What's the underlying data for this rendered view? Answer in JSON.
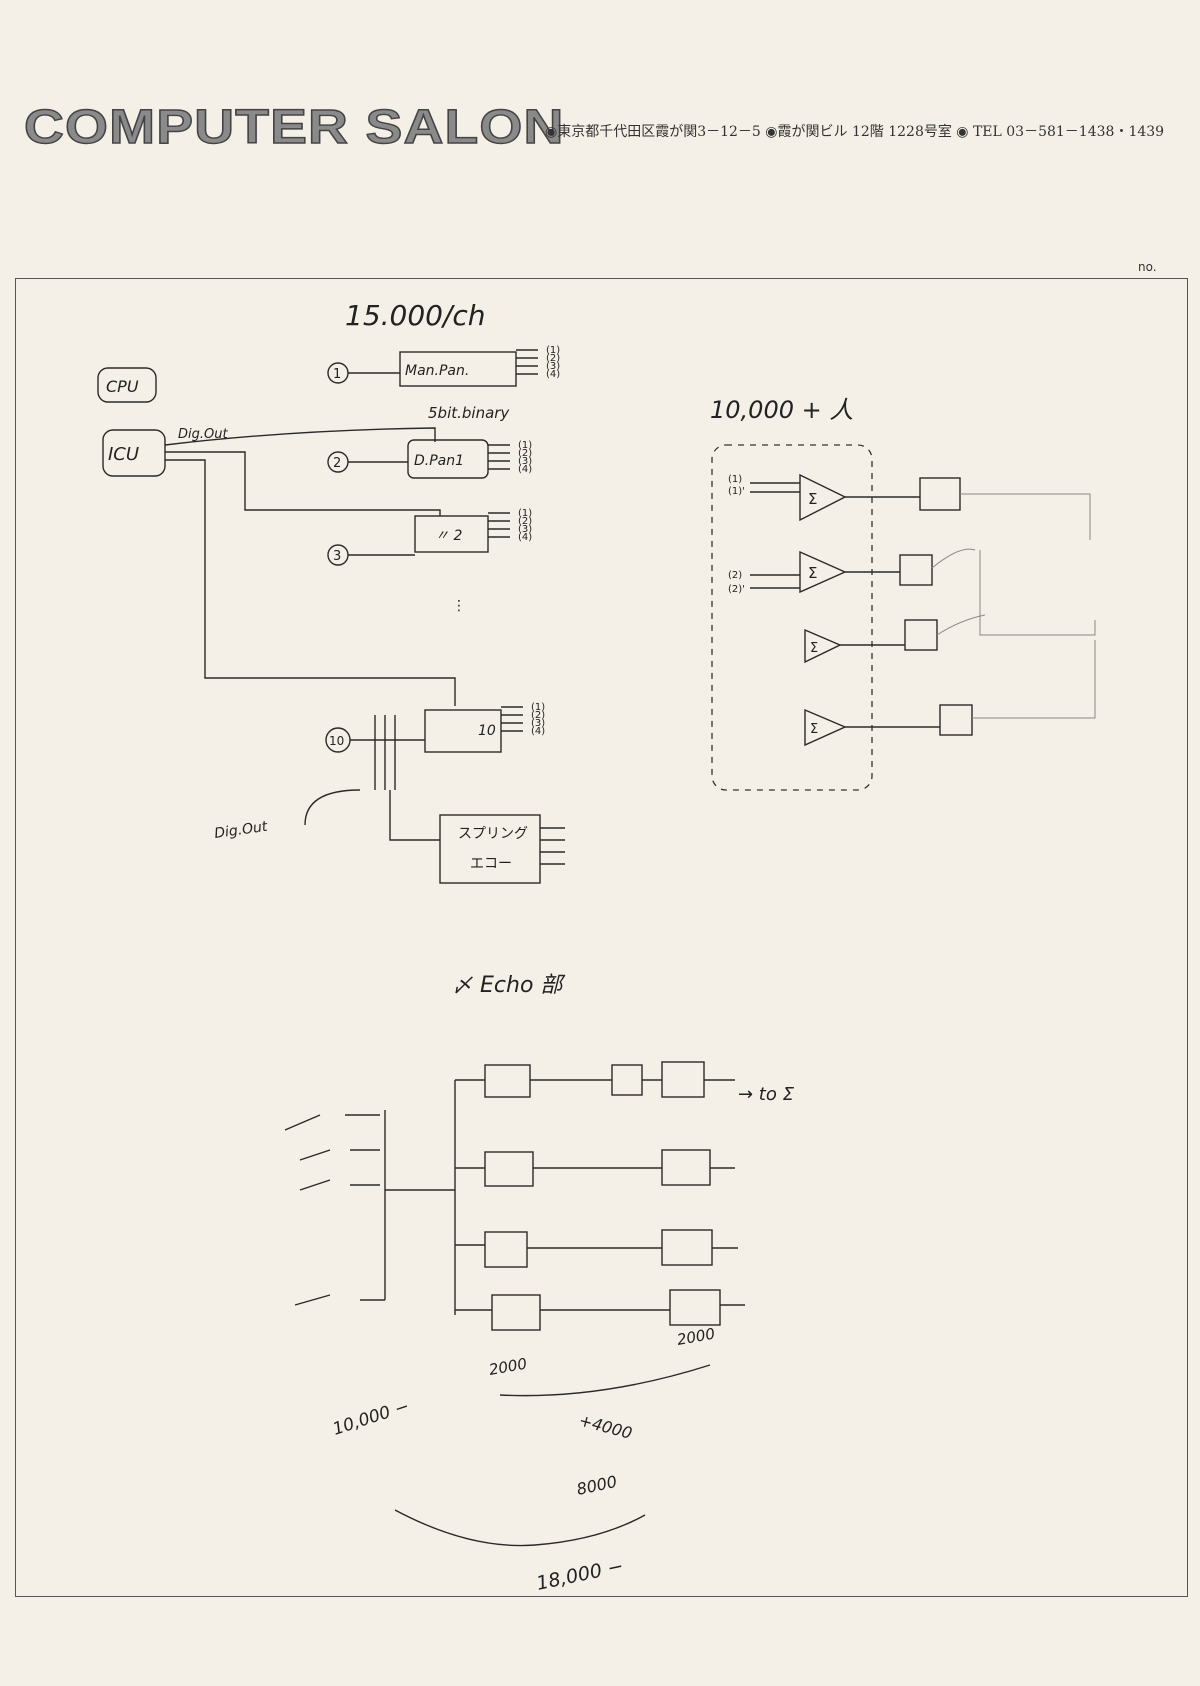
{
  "letterhead": {
    "company": "COMPUTER SALON",
    "address": "◉東京都千代田区霞が関3－12－5 ◉霞が関ビル 12階 1228号室 ◉ TEL 03－581－1438・1439",
    "no_label": "no."
  },
  "left_diagram": {
    "title": "15.000/ch",
    "cpu": "CPU",
    "icu": "ICU",
    "dig_out": "Dig.Out",
    "bit_label": "5bit.binary",
    "inputs": [
      "1",
      "2",
      "3",
      "10"
    ],
    "boxes": [
      "Man.Pan.",
      "D.Pan1",
      "〃 2",
      "10"
    ],
    "outputs": [
      "(1)",
      "(2)",
      "(3)",
      "(4)"
    ],
    "dig_out_2": "Dig.Out",
    "spring_echo": [
      "スプリング",
      "エコー"
    ]
  },
  "right_diagram": {
    "title": "10,000 + 人",
    "inputs_a": [
      "(1)",
      "(1)'"
    ],
    "inputs_b": [
      "(2)",
      "(2)'"
    ],
    "sigma": "Σ"
  },
  "echo_section": {
    "title": "Echo 部",
    "struck": "〆",
    "to_sigma": "→ to Σ",
    "costs": {
      "a": "2000",
      "b": "2000",
      "base": "10,000 −",
      "plus": "+4000",
      "sub": "8000",
      "total": "18,000 −"
    }
  }
}
